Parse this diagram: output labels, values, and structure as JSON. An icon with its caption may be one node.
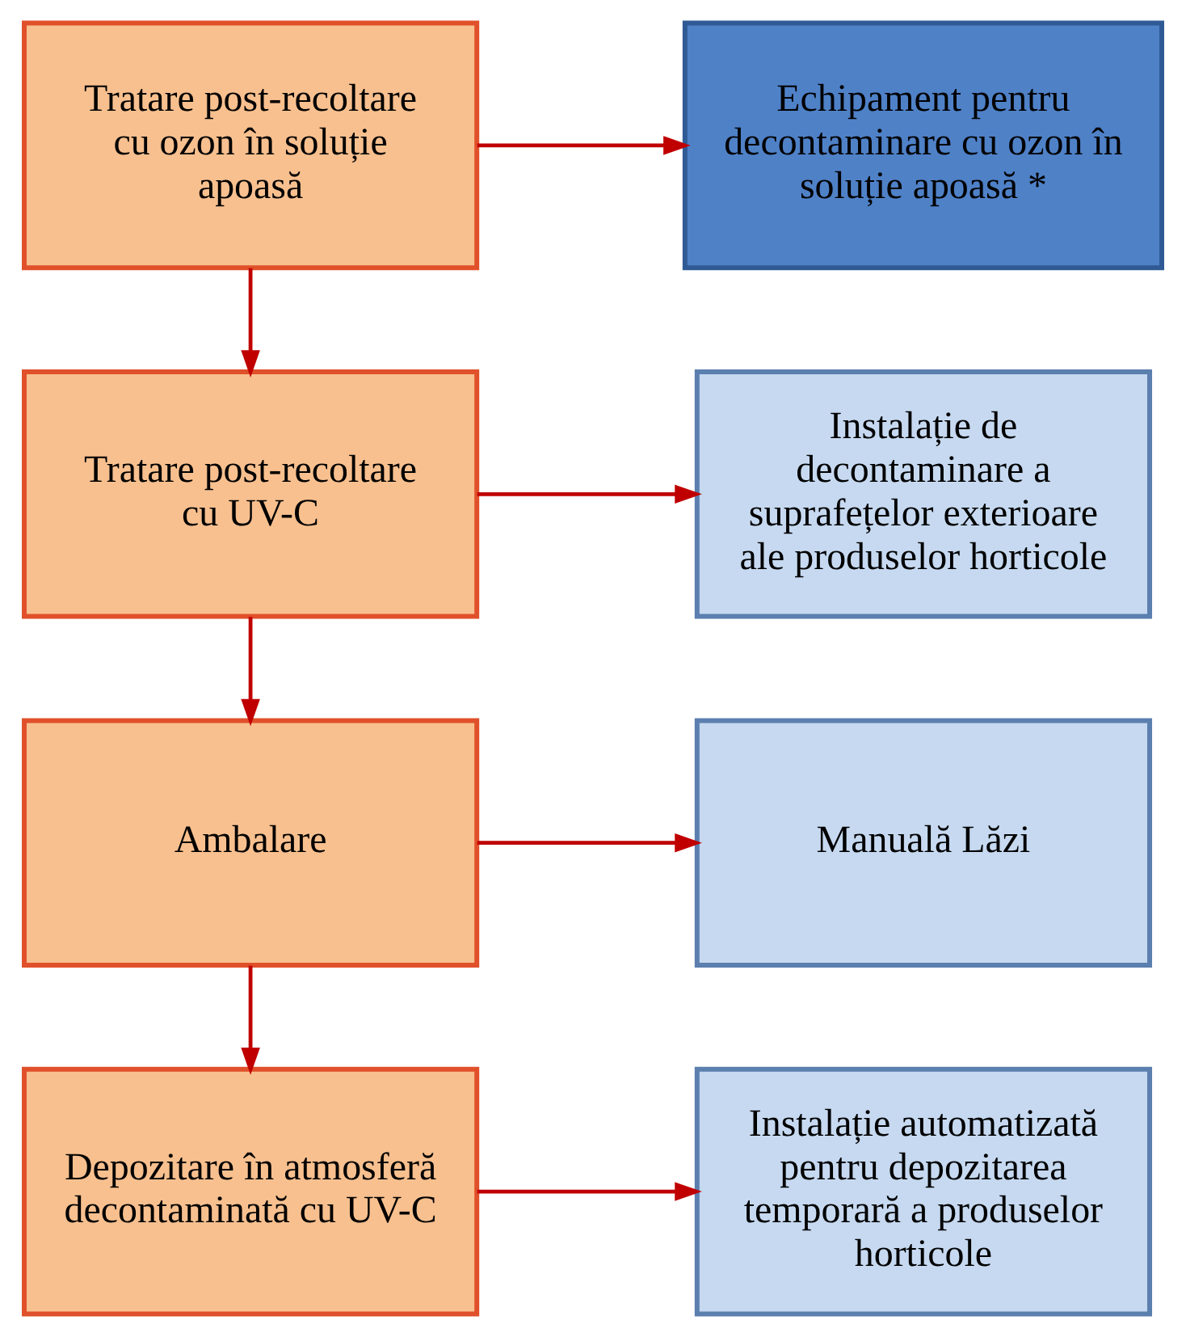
{
  "diagram": {
    "nodes": [
      {
        "text": [
          "Tratare post-recoltare cu ozon în soluție apoasă"
        ]
      },
      {
        "text": [
          "Echipament pentru decontaminare cu ozon în soluție apoasă *"
        ]
      },
      {
        "text": [
          "Tratare post-recoltare cu UV-C"
        ]
      },
      {
        "text": [
          "Instalație de decontaminare a suprafețelor exterioare ale produselor horticole"
        ]
      },
      {
        "text": [
          "Ambalare"
        ]
      },
      {
        "text": [
          "Manuală Lăzi"
        ]
      },
      {
        "text": [
          "Depozitare în atmosferă decontaminată cu UV-C"
        ]
      },
      {
        "text": [
          "Instalație automatizată pentru depozitarea temporară a produselor horticole"
        ]
      }
    ],
    "edges": [
      {
        "from": 0,
        "to": 1,
        "arrow": "to"
      },
      {
        "from": 0,
        "to": 2,
        "arrow": "to"
      },
      {
        "from": 2,
        "to": 3,
        "arrow": "to"
      },
      {
        "from": 2,
        "to": 4,
        "arrow": "to"
      },
      {
        "from": 4,
        "to": 5,
        "arrow": "to"
      },
      {
        "from": 4,
        "to": 6,
        "arrow": "to"
      },
      {
        "from": 6,
        "to": 7,
        "arrow": "to"
      }
    ]
  }
}
